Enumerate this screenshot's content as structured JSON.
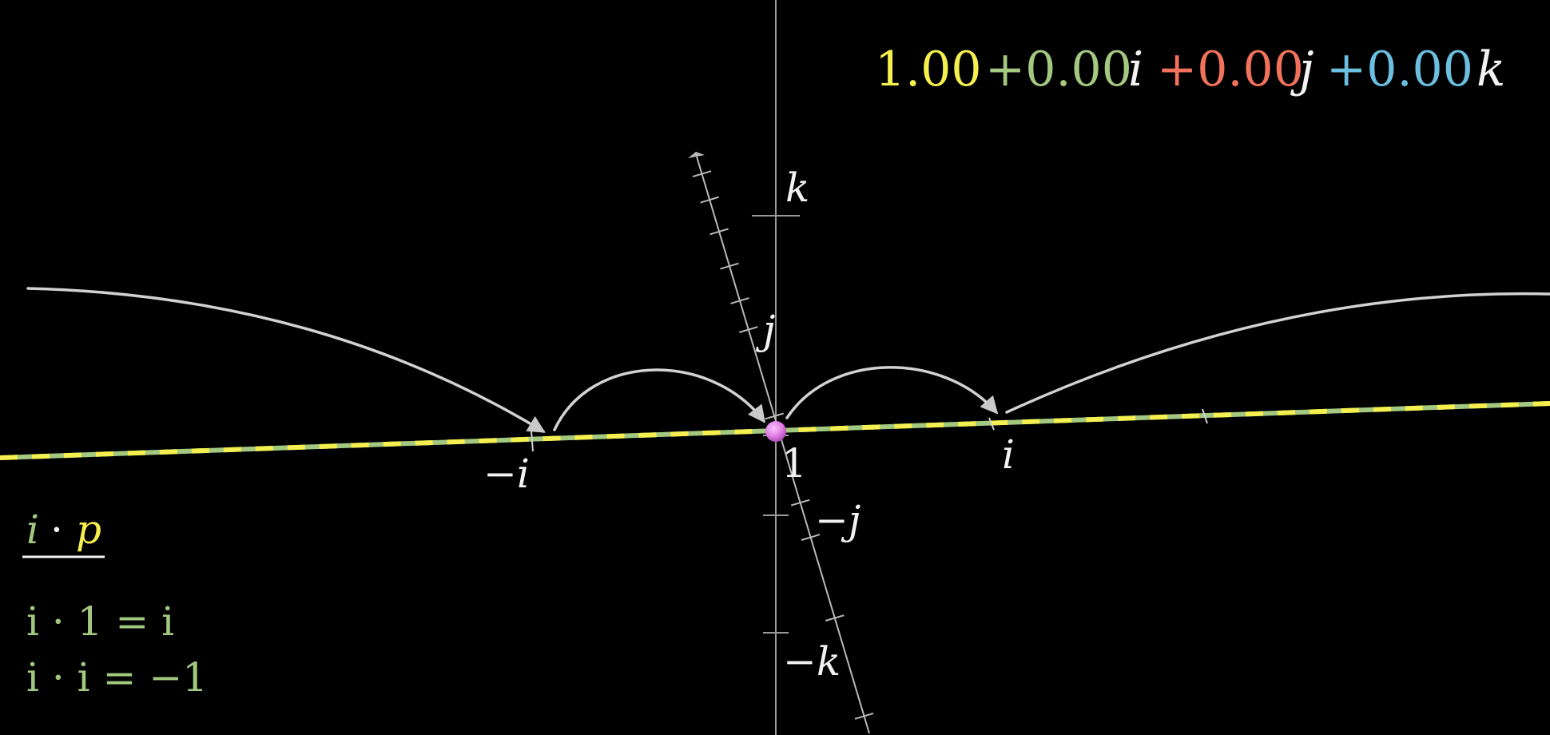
{
  "colors": {
    "background": "#000000",
    "real": "#f5ef4f",
    "i": "#a3c981",
    "j": "#f2725b",
    "k": "#6bbfe0",
    "white": "#f2f2f2",
    "gray": "#bdbdbd",
    "point": "#e27ee6"
  },
  "readout": {
    "real": "1.00",
    "i_coef": "+0.00",
    "i_unit": "i",
    "j_coef": "+0.00",
    "j_unit": "j",
    "k_coef": "+0.00",
    "k_unit": "k"
  },
  "axis_labels": {
    "k": "k",
    "j": "j",
    "one": "1",
    "i": "i",
    "neg_i": "−i",
    "neg_j": "−j",
    "neg_k": "−k"
  },
  "legend": {
    "title_i": "i",
    "title_dot": "·",
    "title_p": "p",
    "line1": "i · 1 = i",
    "line2": "i · i = −1"
  }
}
